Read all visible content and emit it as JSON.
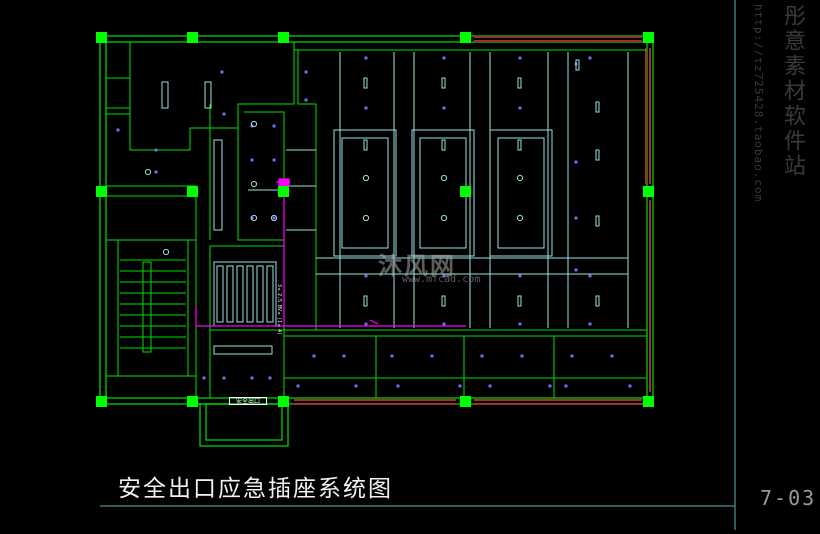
{
  "drawing": {
    "caption": "安全出口应急插座系统图",
    "sheet_number": "7-03",
    "exit_sign_label": "安全出口",
    "circuit_annotation": "3×2.5 BV×(1×4)",
    "watermark_center": "沐风网",
    "watermark_center_url": "www.mfcad.com",
    "watermark_side": "彤意素材软件站",
    "watermark_side_url": "http://tz725428.taobao.com"
  },
  "colors": {
    "background": "#000000",
    "wall": "#00e000",
    "column": "#00ff00",
    "ceiling_grid": "#9adfe0",
    "light_fixture": "#7070ff",
    "exit_wiring": "#ff00ff",
    "window_band": "#a03030",
    "border": "#5fb3b3"
  }
}
